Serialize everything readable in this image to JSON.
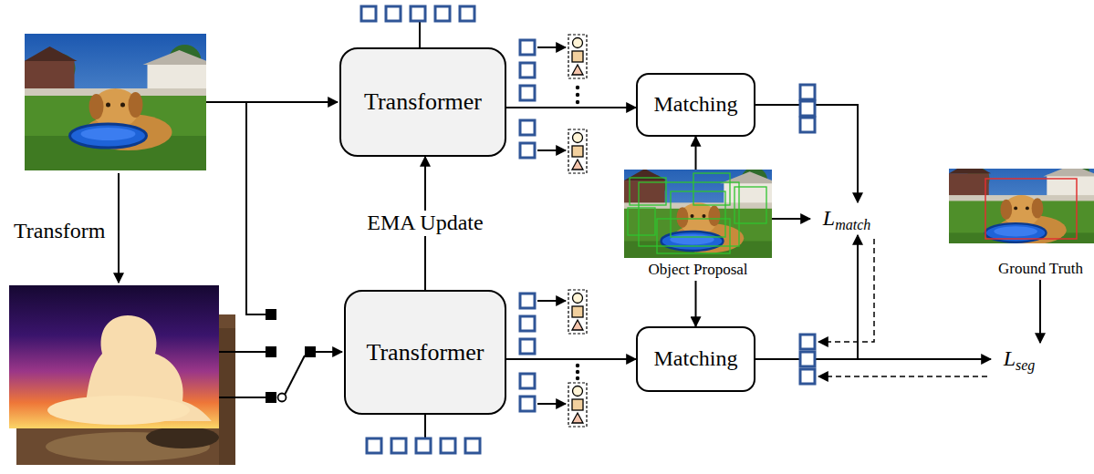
{
  "diagram": {
    "nodes": [
      {
        "text": [
          "Transformer"
        ]
      },
      {
        "text": [
          "Transformer"
        ]
      },
      {
        "text": [
          "Matching"
        ]
      },
      {
        "text": [
          "Matching"
        ]
      },
      {
        "text": [
          "Object Proposal"
        ]
      },
      {
        "text": [
          "Ground Truth"
        ]
      },
      {
        "text": [
          "L",
          "match"
        ]
      },
      {
        "text": [
          "L",
          "seg"
        ]
      }
    ],
    "edges": [
      {
        "from": 1,
        "to": 0,
        "arrow": "to",
        "label": "EMA Update"
      },
      {
        "from": 0,
        "to": 2,
        "arrow": "to"
      },
      {
        "from": 1,
        "to": 3,
        "arrow": "to"
      },
      {
        "from": 4,
        "to": 2,
        "arrow": "to"
      },
      {
        "from": 4,
        "to": 3,
        "arrow": "to"
      },
      {
        "from": 4,
        "to": 6,
        "arrow": "to"
      },
      {
        "from": 2,
        "to": 6,
        "arrow": "to"
      },
      {
        "from": 3,
        "to": 6,
        "arrow": "to"
      },
      {
        "from": 3,
        "to": 7,
        "arrow": "to"
      },
      {
        "from": 5,
        "to": 7,
        "arrow": "to"
      }
    ],
    "labels": [
      "Transform"
    ]
  }
}
